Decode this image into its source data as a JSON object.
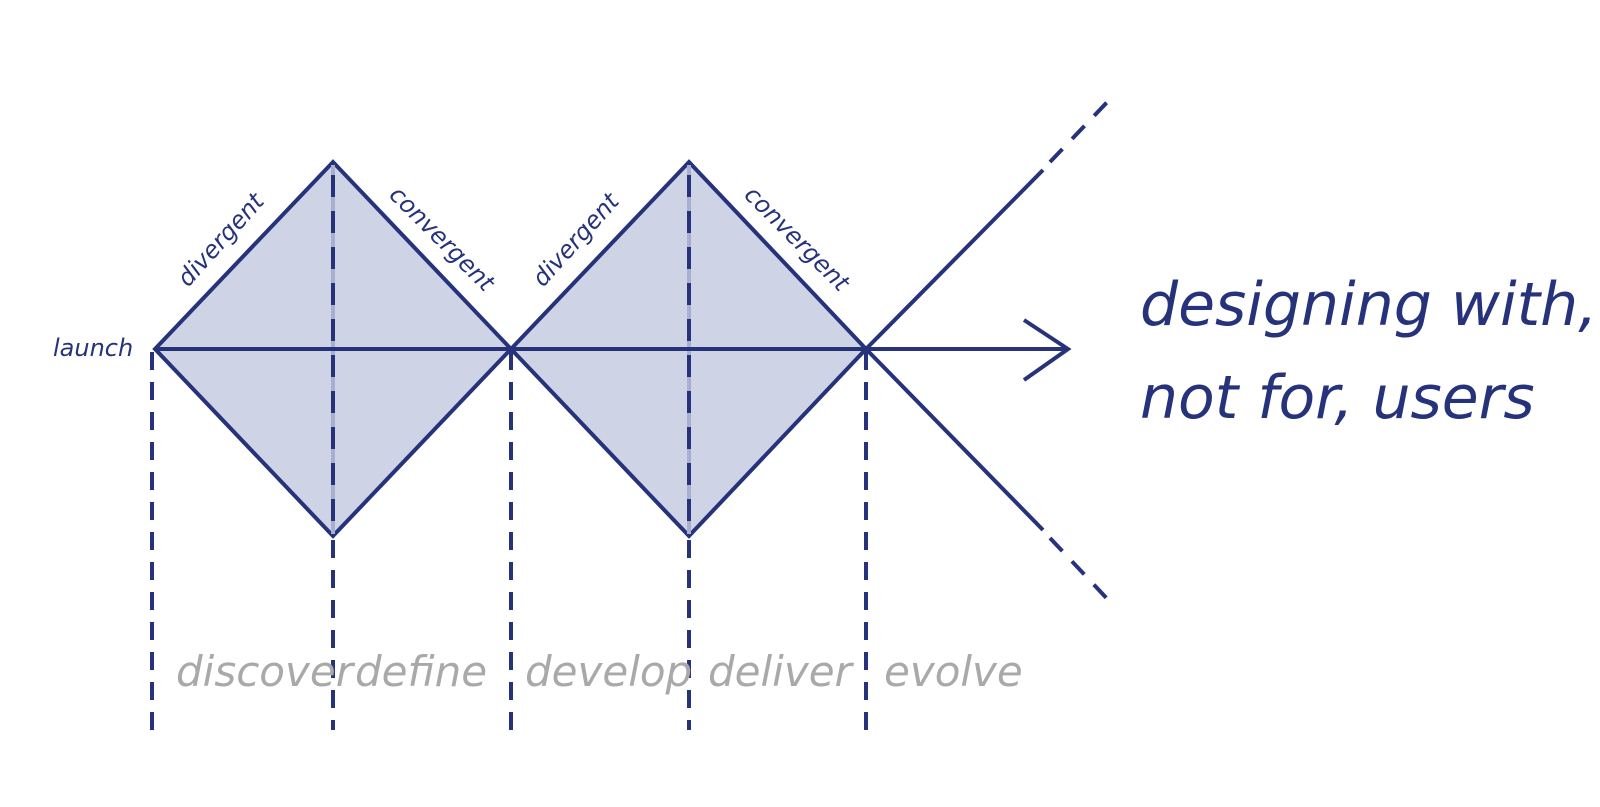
{
  "colors": {
    "primary": "#26337a",
    "fill": "#cfd3e6",
    "phase_text": "#a9a9a9"
  },
  "start_label": "launch",
  "diamonds": [
    {
      "left_edge": "divergent",
      "right_edge": "convergent"
    },
    {
      "left_edge": "divergent",
      "right_edge": "convergent"
    }
  ],
  "phases": [
    "discover",
    "define",
    "develop",
    "deliver",
    "evolve"
  ],
  "headline": {
    "line1": "designing with,",
    "line2": "not for, users"
  }
}
